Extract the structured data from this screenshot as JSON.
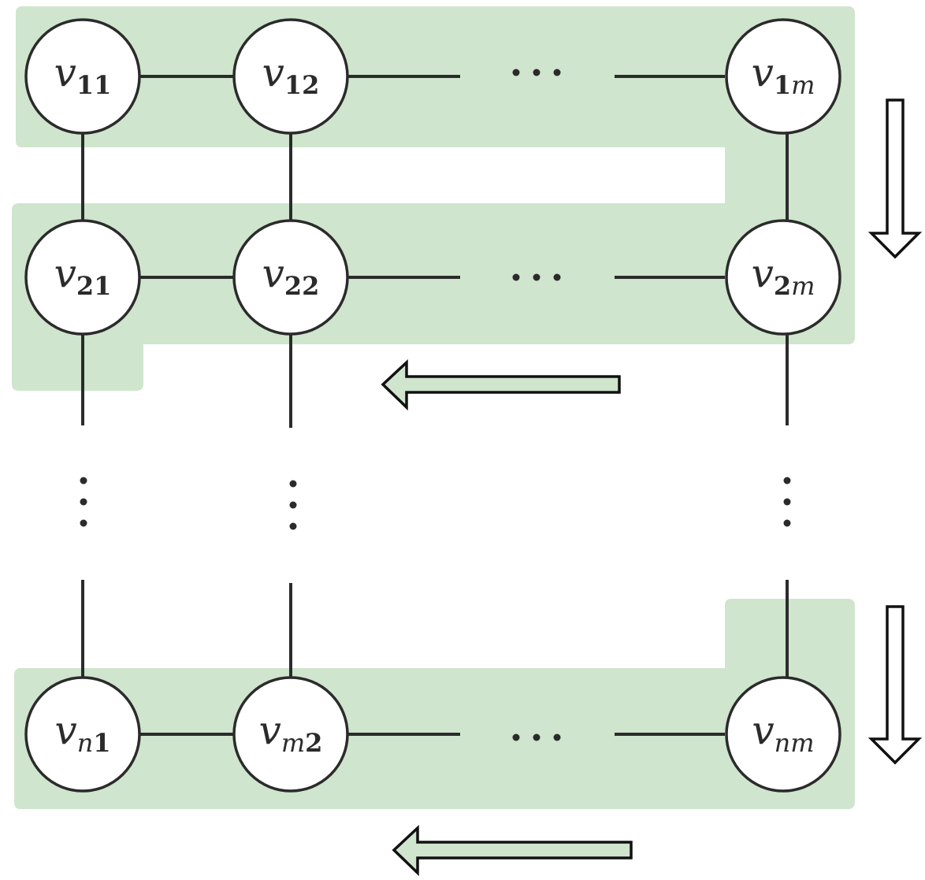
{
  "colors": {
    "region_fill": "#cfe5cd",
    "stroke": "#2b2b2b",
    "node_fill": "#ffffff"
  },
  "nodes": [
    {
      "base": "v",
      "sub": [
        {
          "t": "11",
          "s": "b"
        }
      ]
    },
    {
      "base": "v",
      "sub": [
        {
          "t": "12",
          "s": "b"
        }
      ]
    },
    {
      "base": "v",
      "sub": [
        {
          "t": "1",
          "s": "b"
        },
        {
          "t": "m",
          "s": "i"
        }
      ]
    },
    {
      "base": "v",
      "sub": [
        {
          "t": "21",
          "s": "b"
        }
      ]
    },
    {
      "base": "v",
      "sub": [
        {
          "t": "22",
          "s": "b"
        }
      ]
    },
    {
      "base": "v",
      "sub": [
        {
          "t": "2",
          "s": "b"
        },
        {
          "t": "m",
          "s": "i"
        }
      ]
    },
    {
      "base": "v",
      "sub": [
        {
          "t": "n",
          "s": "i"
        },
        {
          "t": "1",
          "s": "b"
        }
      ]
    },
    {
      "base": "v",
      "sub": [
        {
          "t": "m",
          "s": "i"
        },
        {
          "t": "2",
          "s": "b"
        }
      ]
    },
    {
      "base": "v",
      "sub": [
        {
          "t": "nm",
          "s": "i"
        }
      ]
    }
  ]
}
